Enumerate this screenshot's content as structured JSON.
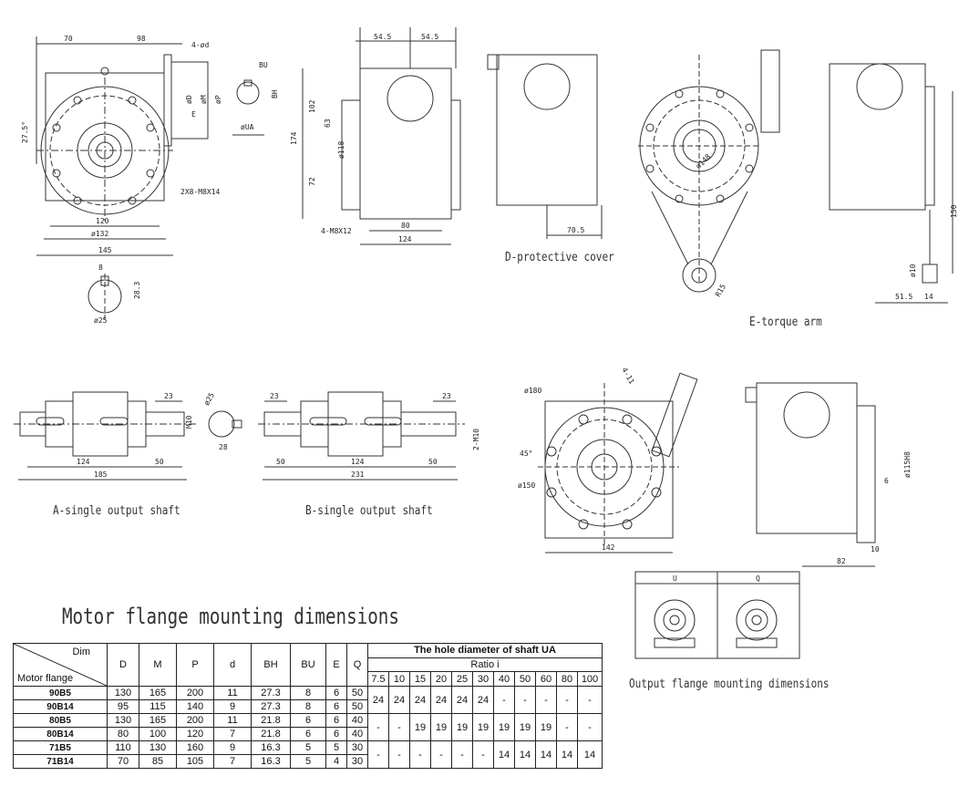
{
  "captions": {
    "protective_cover": "D-protective cover",
    "torque_arm": "E-torque arm",
    "single_output_a": "A-single output shaft",
    "single_output_b": "B-single output shaft",
    "output_flange": "Output flange mounting dimensions",
    "motor_flange_title": "Motor flange mounting dimensions"
  },
  "dims": {
    "front_70": "70",
    "front_98": "98",
    "front_4d": "4-ød",
    "front_27_5": "27.5°",
    "front_2x8": "2X8-M8X14",
    "front_120": "120",
    "front_132": "ø132",
    "front_145": "145",
    "front_D": "øD",
    "front_M": "øM",
    "front_P": "øP",
    "front_E": "E",
    "key_8": "8",
    "key_28_3": "28.3",
    "key_25": "ø25",
    "ua_BU": "BU",
    "ua_BH": "BH",
    "ua_UA": "øUA",
    "side_54_5a": "54.5",
    "side_54_5b": "54.5",
    "side_174": "174",
    "side_102": "102",
    "side_63": "63",
    "side_118": "ø118",
    "side_72": "72",
    "side_4m8": "4-M8X12",
    "side_80": "80",
    "side_124": "124",
    "cover_70_5": "70.5",
    "arm_148": "ø148",
    "arm_R15": "R15",
    "arm_150": "150",
    "arm_10": "ø10",
    "arm_51_5": "51.5",
    "arm_14": "14",
    "shaftA_23": "23",
    "shaftA_M10": "M10",
    "shaftA_124": "124",
    "shaftA_50": "50",
    "shaftA_185": "185",
    "key2_25": "ø25",
    "key2_28": "28",
    "shaftB_23a": "23",
    "shaftB_23b": "23",
    "shaftB_2M10": "2-M10",
    "shaftB_50a": "50",
    "shaftB_124": "124",
    "shaftB_50b": "50",
    "shaftB_231": "231",
    "of_4_11": "4-11",
    "of_180": "ø180",
    "of_45": "45°",
    "of_150": "ø150",
    "of_142": "142",
    "os_115": "ø115H8",
    "os_6": "6",
    "os_10": "10",
    "os_82": "82",
    "u_label": "U",
    "q_label": "Q"
  },
  "table": {
    "corner_dim": "Dim",
    "corner_mf": "Motor flange",
    "headers": [
      "D",
      "M",
      "P",
      "d",
      "BH",
      "BU",
      "E",
      "Q"
    ],
    "ua_title": "The hole diameter of shaft UA",
    "ratio_title": "Ratio i",
    "ratios": [
      "7.5",
      "10",
      "15",
      "20",
      "25",
      "30",
      "40",
      "50",
      "60",
      "80",
      "100"
    ],
    "rows": [
      {
        "name": "90B5",
        "vals": [
          "130",
          "165",
          "200",
          "11",
          "27.3",
          "8",
          "6",
          "50"
        ]
      },
      {
        "name": "90B14",
        "vals": [
          "95",
          "115",
          "140",
          "9",
          "27.3",
          "8",
          "6",
          "50"
        ]
      },
      {
        "name": "80B5",
        "vals": [
          "130",
          "165",
          "200",
          "11",
          "21.8",
          "6",
          "6",
          "40"
        ]
      },
      {
        "name": "80B14",
        "vals": [
          "80",
          "100",
          "120",
          "7",
          "21.8",
          "6",
          "6",
          "40"
        ]
      },
      {
        "name": "71B5",
        "vals": [
          "110",
          "130",
          "160",
          "9",
          "16.3",
          "5",
          "5",
          "30"
        ]
      },
      {
        "name": "71B14",
        "vals": [
          "70",
          "85",
          "105",
          "7",
          "16.3",
          "5",
          "4",
          "30"
        ]
      }
    ],
    "ua_groups": [
      [
        "24",
        "24",
        "24",
        "24",
        "24",
        "24",
        "-",
        "-",
        "-",
        "-",
        "-"
      ],
      [
        "-",
        "-",
        "19",
        "19",
        "19",
        "19",
        "19",
        "19",
        "19",
        "-",
        "-"
      ],
      [
        "-",
        "-",
        "-",
        "-",
        "-",
        "-",
        "14",
        "14",
        "14",
        "14",
        "14"
      ]
    ]
  }
}
